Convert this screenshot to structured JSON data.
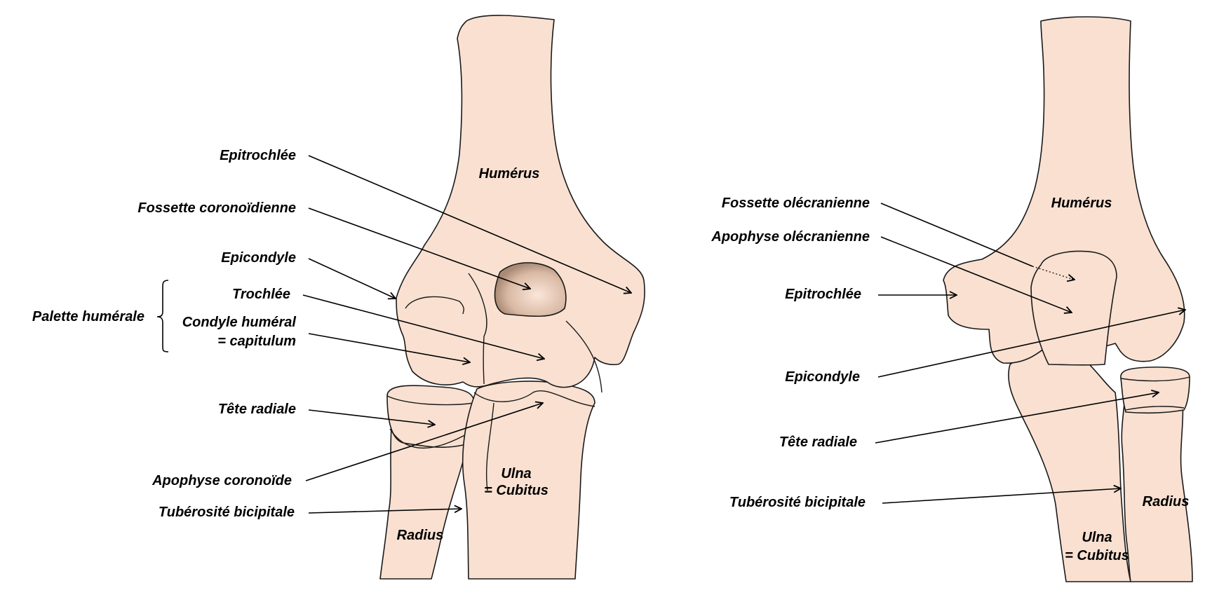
{
  "left_view": {
    "bones": {
      "humerus": "Humérus",
      "ulna": [
        "Ulna",
        "= Cubitus"
      ],
      "radius": "Radius"
    },
    "labels": {
      "epitrochlee": "Epitrochlée",
      "fossette_coronoidienne": "Fossette coronoïdienne",
      "epicondyle": "Epicondyle",
      "palette_humerale": "Palette humérale",
      "trochlee": "Trochlée",
      "condyle_humeral": [
        "Condyle huméral",
        "= capitulum"
      ],
      "tete_radiale": "Tête radiale",
      "apophyse_coronoide": "Apophyse coronoïde",
      "tuberosite_bicipitale": "Tubérosité bicipitale"
    }
  },
  "right_view": {
    "bones": {
      "humerus": "Humérus",
      "ulna": [
        "Ulna",
        "= Cubitus"
      ],
      "radius": "Radius"
    },
    "labels": {
      "fossette_olecranienne": "Fossette olécranienne",
      "apophyse_olecranienne": "Apophyse olécranienne",
      "epitrochlee": "Epitrochlée",
      "epicondyle": "Epicondyle",
      "tete_radiale": "Tête radiale",
      "tuberosite_bicipitale": "Tubérosité bicipitale"
    }
  },
  "colors": {
    "bone_fill": "#f9e0d1",
    "outline": "#1a1a1a"
  }
}
